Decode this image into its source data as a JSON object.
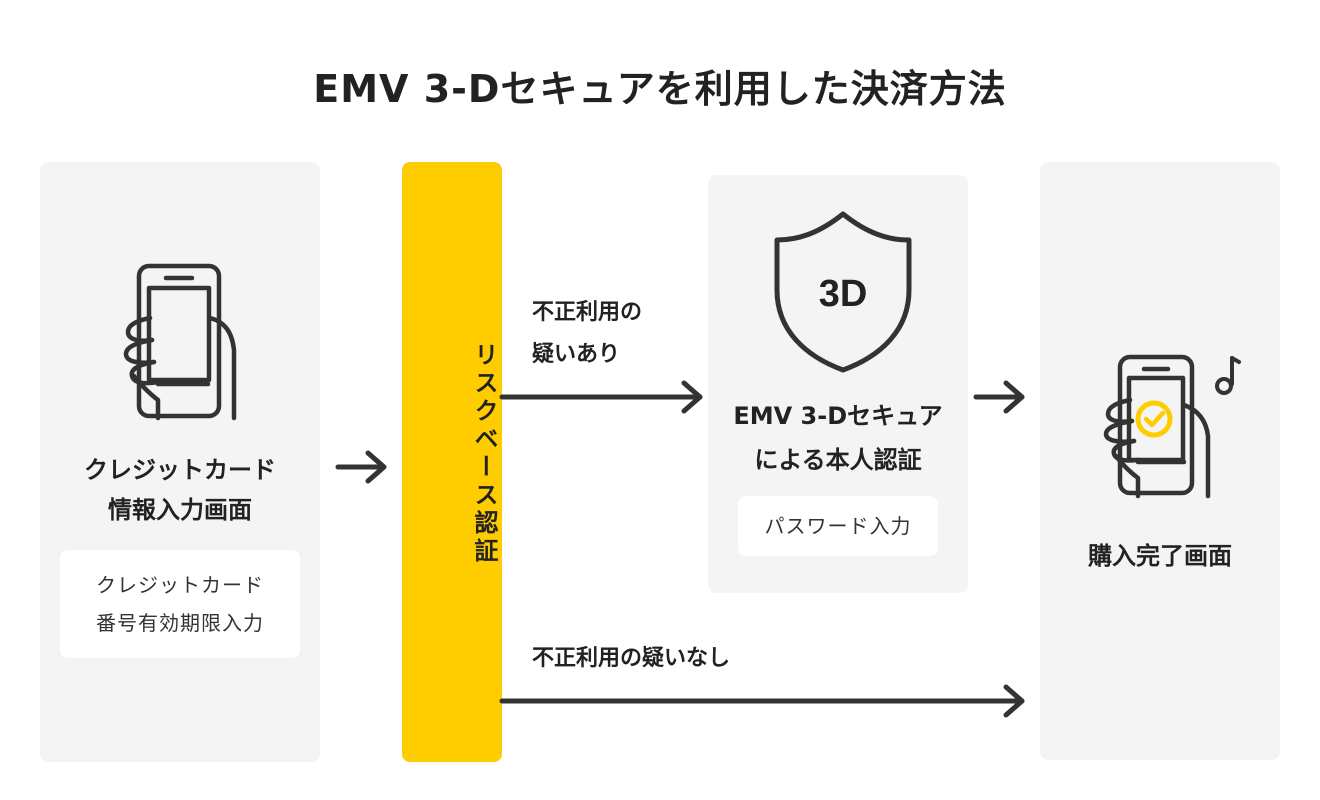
{
  "title": "EMV 3-Dセキュアを利用した決済方法",
  "step1": {
    "title_line1": "クレジットカード",
    "title_line2": "情報入力画面",
    "sub_line1": "クレジットカード",
    "sub_line2": "番号有効期限入力",
    "icon": "smartphone-in-hand-icon"
  },
  "risk_based": {
    "label": "リスクベース認証"
  },
  "branch_suspect": {
    "line1": "不正利用の",
    "line2": "疑いあり"
  },
  "branch_no_suspect": {
    "label": "不正利用の疑いなし"
  },
  "step2": {
    "shield_text": "3D",
    "title_line1": "EMV 3-Dセキュア",
    "title_line2": "による本人認証",
    "password_label": "パスワード入力",
    "icon": "shield-3d-icon"
  },
  "step3": {
    "title": "購入完了画面",
    "icon": "smartphone-check-icon",
    "note_icon": "music-note-icon"
  },
  "colors": {
    "accent": "#ffcc00",
    "panel": "#f4f4f4",
    "stroke": "#333333"
  }
}
